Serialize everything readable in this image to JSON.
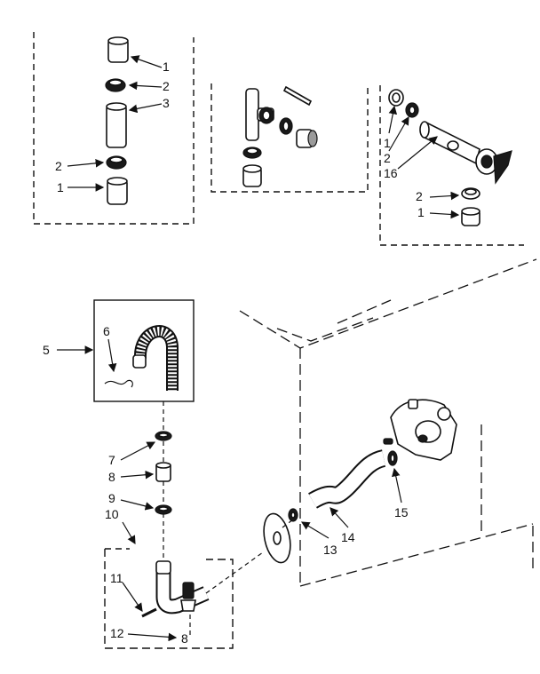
{
  "callouts": {
    "c1a": "1",
    "c2a": "2",
    "c3": "3",
    "c2b": "2",
    "c1b": "1",
    "c1c": "1",
    "c2c": "2",
    "c16": "16",
    "c2d": "2",
    "c1d": "1",
    "c5": "5",
    "c6": "6",
    "c7": "7",
    "c8": "8",
    "c9": "9",
    "c10": "10",
    "c11": "11",
    "c12": "12",
    "c13": "13",
    "c14": "14",
    "c15": "15"
  }
}
